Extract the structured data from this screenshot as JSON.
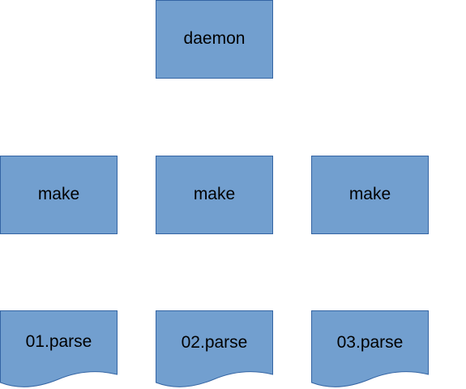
{
  "colors": {
    "node_fill": "#729fcf",
    "node_stroke": "#3465a4",
    "text": "#000000",
    "background": "#ffffff"
  },
  "diagram": {
    "root": {
      "label": "daemon"
    },
    "processes": [
      {
        "label": "make"
      },
      {
        "label": "make"
      },
      {
        "label": "make"
      }
    ],
    "documents": [
      {
        "label": "01.parse"
      },
      {
        "label": "02.parse"
      },
      {
        "label": "03.parse"
      }
    ]
  }
}
